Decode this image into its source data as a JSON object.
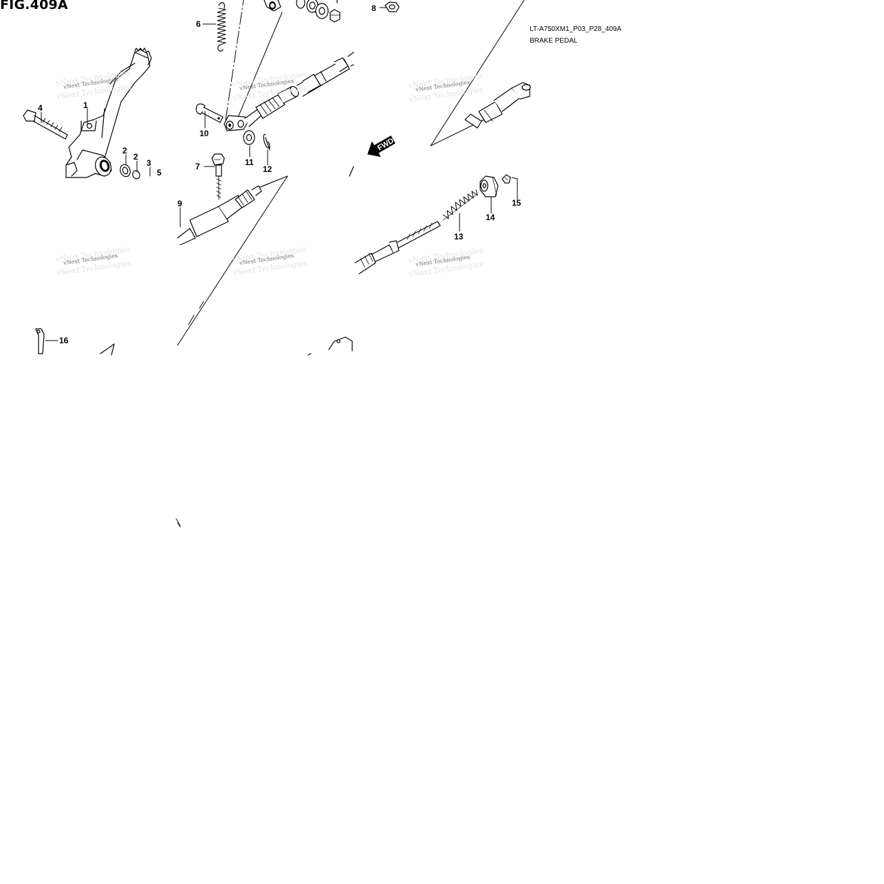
{
  "figure": {
    "title": "FIG.409A",
    "code": "LT-A750XM1_P03_P28_409A",
    "name": "BRAKE PEDAL"
  },
  "direction_marker": "FWD",
  "watermark": "vNext Technologies",
  "callouts": [
    "1",
    "2",
    "2",
    "3",
    "4",
    "5",
    "6",
    "7",
    "8",
    "9",
    "10",
    "11",
    "12",
    "13",
    "14",
    "15",
    "16"
  ],
  "colors": {
    "ink": "#000000",
    "paper": "#ffffff",
    "watermark": "#6b6b6b"
  }
}
